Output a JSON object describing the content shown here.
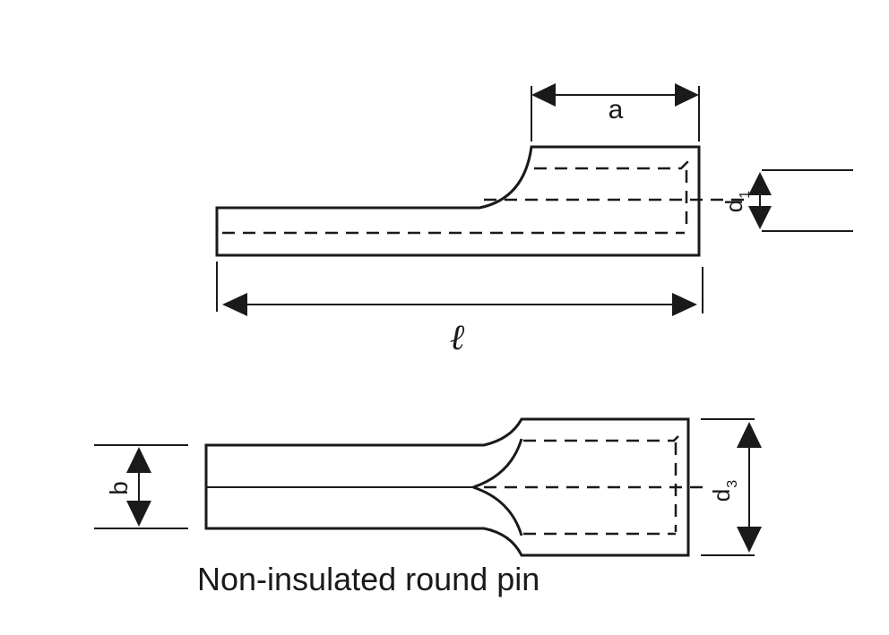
{
  "labels": {
    "a": "a",
    "d": "d",
    "d1_sub": "1",
    "l": "ℓ",
    "b": "b",
    "d3_sub": "3"
  },
  "caption": "Non-insulated round pin"
}
